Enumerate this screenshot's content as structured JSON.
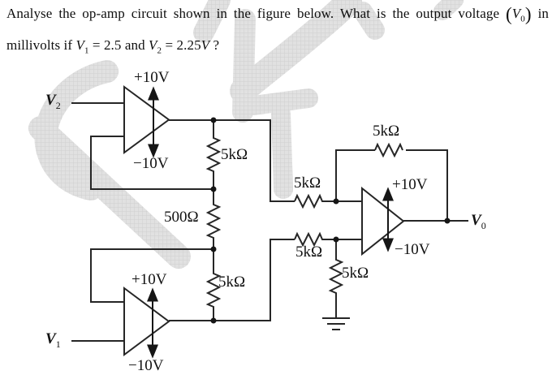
{
  "question": {
    "l1_a": "Analyse the op-amp circuit shown in the figure below. What is the output voltage ",
    "l1_open": "(",
    "l1_v": "V",
    "l1_vsub": "0",
    "l1_close": ")",
    "l1_b": " in",
    "l2_a": "millivolts if ",
    "l2_v1": "V",
    "l2_v1sub": "1",
    "l2_b": " = 2.5 and ",
    "l2_v2": "V",
    "l2_v2sub": "2",
    "l2_c": " = 2.25",
    "l2_unit": "V",
    "l2_d": " ?"
  },
  "circuit": {
    "sources": {
      "v2": {
        "base": "V",
        "sub": "2"
      },
      "v1": {
        "base": "V",
        "sub": "1"
      }
    },
    "output": {
      "base": "V",
      "sub": "0"
    },
    "opamps": {
      "oa1": {
        "plus": "+10V",
        "minus": "−10V"
      },
      "oa2": {
        "plus": "+10V",
        "minus": "−10V"
      },
      "oa3": {
        "plus": "+10V",
        "minus": "−10V"
      }
    },
    "resistors": {
      "r_v_top": "5kΩ",
      "r_500": "500Ω",
      "r_v_bottom": "5kΩ",
      "r_in_upper": "5kΩ",
      "r_in_lower": "5kΩ",
      "r_feedback": "5kΩ",
      "r_ground": "5kΩ"
    }
  },
  "colors": {
    "wire": "#262626",
    "text": "#0e0e0e",
    "watermark": "#d9d9d9",
    "background": "#ffffff"
  }
}
